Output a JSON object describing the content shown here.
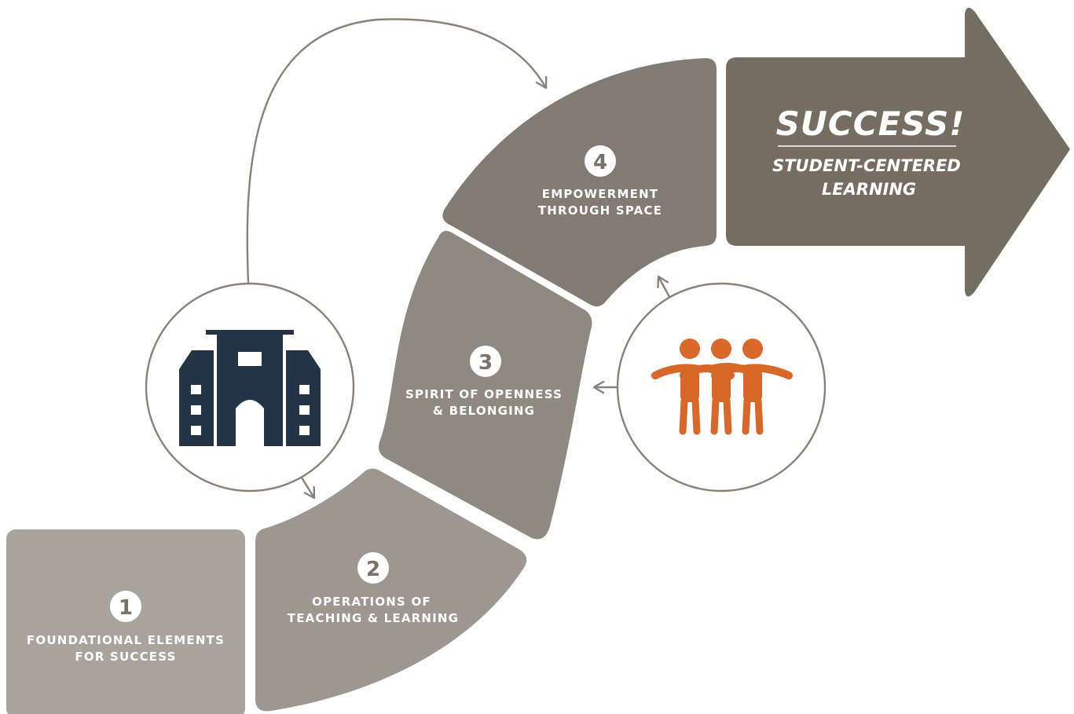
{
  "colors": {
    "segment1": "#a8a39b",
    "segment2": "#9e978f",
    "segment3": "#8f8a80",
    "segment4": "#837b71",
    "arrow": "#766c62",
    "connector": "#8a8178",
    "building_icon": "#223446",
    "people_icon": "#d8672a",
    "circle_border": "#8a8178",
    "white": "#ffffff"
  },
  "segments": [
    {
      "number": "1",
      "lines": [
        "FOUNDATIONAL ELEMENTS",
        "FOR SUCCESS"
      ]
    },
    {
      "number": "2",
      "lines": [
        "OPERATIONS OF",
        "TEACHING & LEARNING"
      ]
    },
    {
      "number": "3",
      "lines": [
        "SPIRIT OF OPENNESS",
        "& BELONGING"
      ]
    },
    {
      "number": "4",
      "lines": [
        "EMPOWERMENT",
        "THROUGH SPACE"
      ]
    }
  ],
  "success": {
    "title": "SUCCESS!",
    "subtitle_lines": [
      "STUDENT-CENTERED",
      "LEARNING"
    ]
  },
  "icons": {
    "left_circle": "building-icon",
    "right_circle": "people-group-icon"
  }
}
